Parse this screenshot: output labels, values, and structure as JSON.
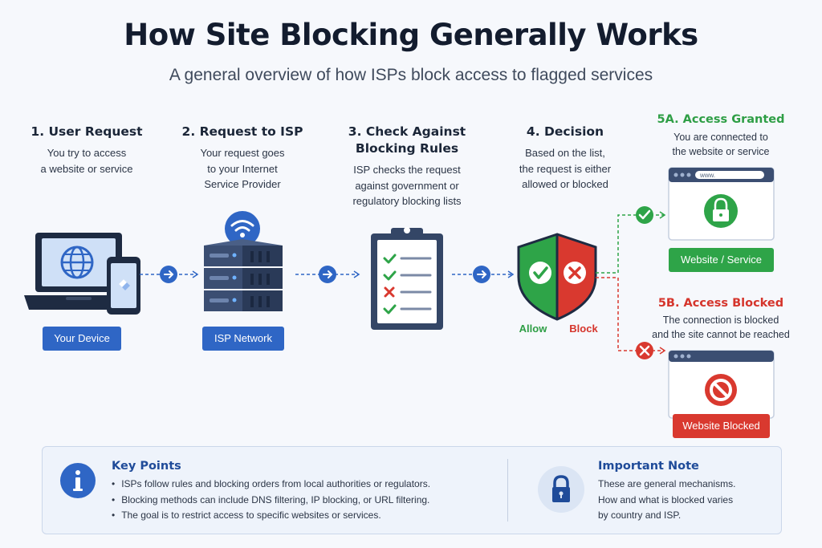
{
  "title": "How Site Blocking Generally Works",
  "subtitle": "A general overview of how ISPs block access to flagged services",
  "steps": [
    {
      "title": "1. User Request",
      "desc": [
        "You try to access",
        "a website or service"
      ],
      "label": "Your Device"
    },
    {
      "title": "2. Request to ISP",
      "desc": [
        "Your request goes",
        "to your Internet",
        "Service Provider"
      ],
      "label": "ISP Network"
    },
    {
      "title": [
        "3. Check Against",
        "Blocking Rules"
      ],
      "desc": [
        "ISP checks the request",
        "against government or",
        "regulatory blocking lists"
      ]
    },
    {
      "title": "4. Decision",
      "desc": [
        "Based on the list,",
        "the request is either",
        "allowed or blocked"
      ],
      "allow_label": "Allow",
      "block_label": "Block"
    }
  ],
  "outcomes": {
    "granted": {
      "title": "5A. Access Granted",
      "desc": [
        "You are connected to",
        "the website or service"
      ],
      "label": "Website / Service",
      "url_text": "www."
    },
    "blocked": {
      "title": "5B. Access Blocked",
      "desc": [
        "The connection is blocked",
        "and the site cannot be reached"
      ],
      "label": "Website Blocked"
    }
  },
  "key_points": {
    "title": "Key Points",
    "items": [
      "ISPs follow rules and blocking orders from local authorities or regulators.",
      "Blocking methods can include DNS filtering, IP blocking, or URL filtering.",
      "The goal is to restrict access to specific websites or services."
    ]
  },
  "important_note": {
    "title": "Important Note",
    "lines": [
      "These are general mechanisms.",
      "How and what is blocked varies",
      "by country and ISP."
    ]
  },
  "colors": {
    "blue": "#2f66c5",
    "green": "#2ea448",
    "red": "#d9392f",
    "navy": "#1f4b99"
  },
  "icons": [
    "laptop-globe-icon",
    "smartphone-icon",
    "server-wifi-icon",
    "clipboard-checklist-icon",
    "shield-allow-block-icon",
    "padlock-icon",
    "no-entry-icon",
    "info-icon",
    "lock-icon"
  ]
}
